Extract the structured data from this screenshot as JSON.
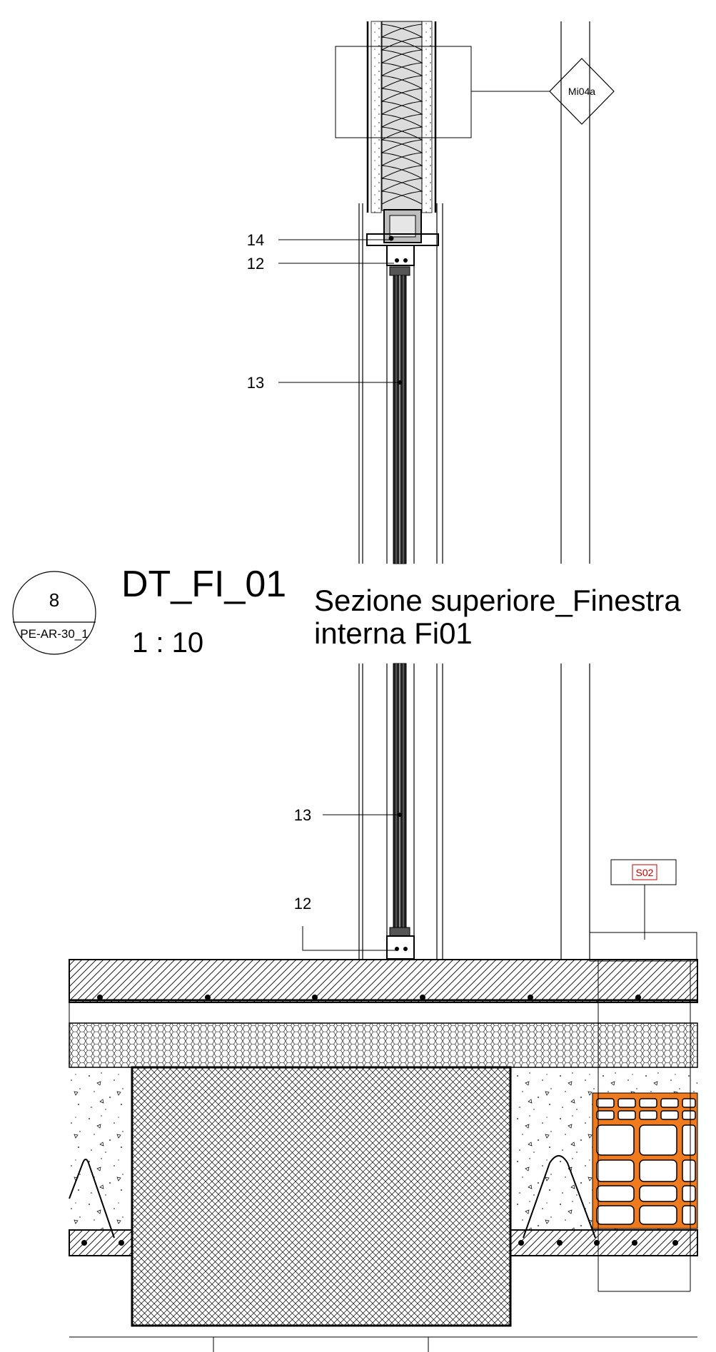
{
  "drawing": {
    "code": "DT_FI_01",
    "scale": "1 : 10",
    "title_line1": "Sezione superiore_Finestra",
    "title_line2": "interna Fi01",
    "view_marker": {
      "number": "8",
      "sheet": "PE-AR-30_1"
    },
    "wall_tag": "Mi04a",
    "slab_tag": "S02"
  },
  "callouts": {
    "upper": [
      "14",
      "12",
      "13"
    ],
    "lower": [
      "13",
      "12"
    ]
  },
  "colors": {
    "line": "#000000",
    "tag_red": "#c00000",
    "brick": "#f07a1e",
    "insulation_fill": "#dcdcdc"
  }
}
